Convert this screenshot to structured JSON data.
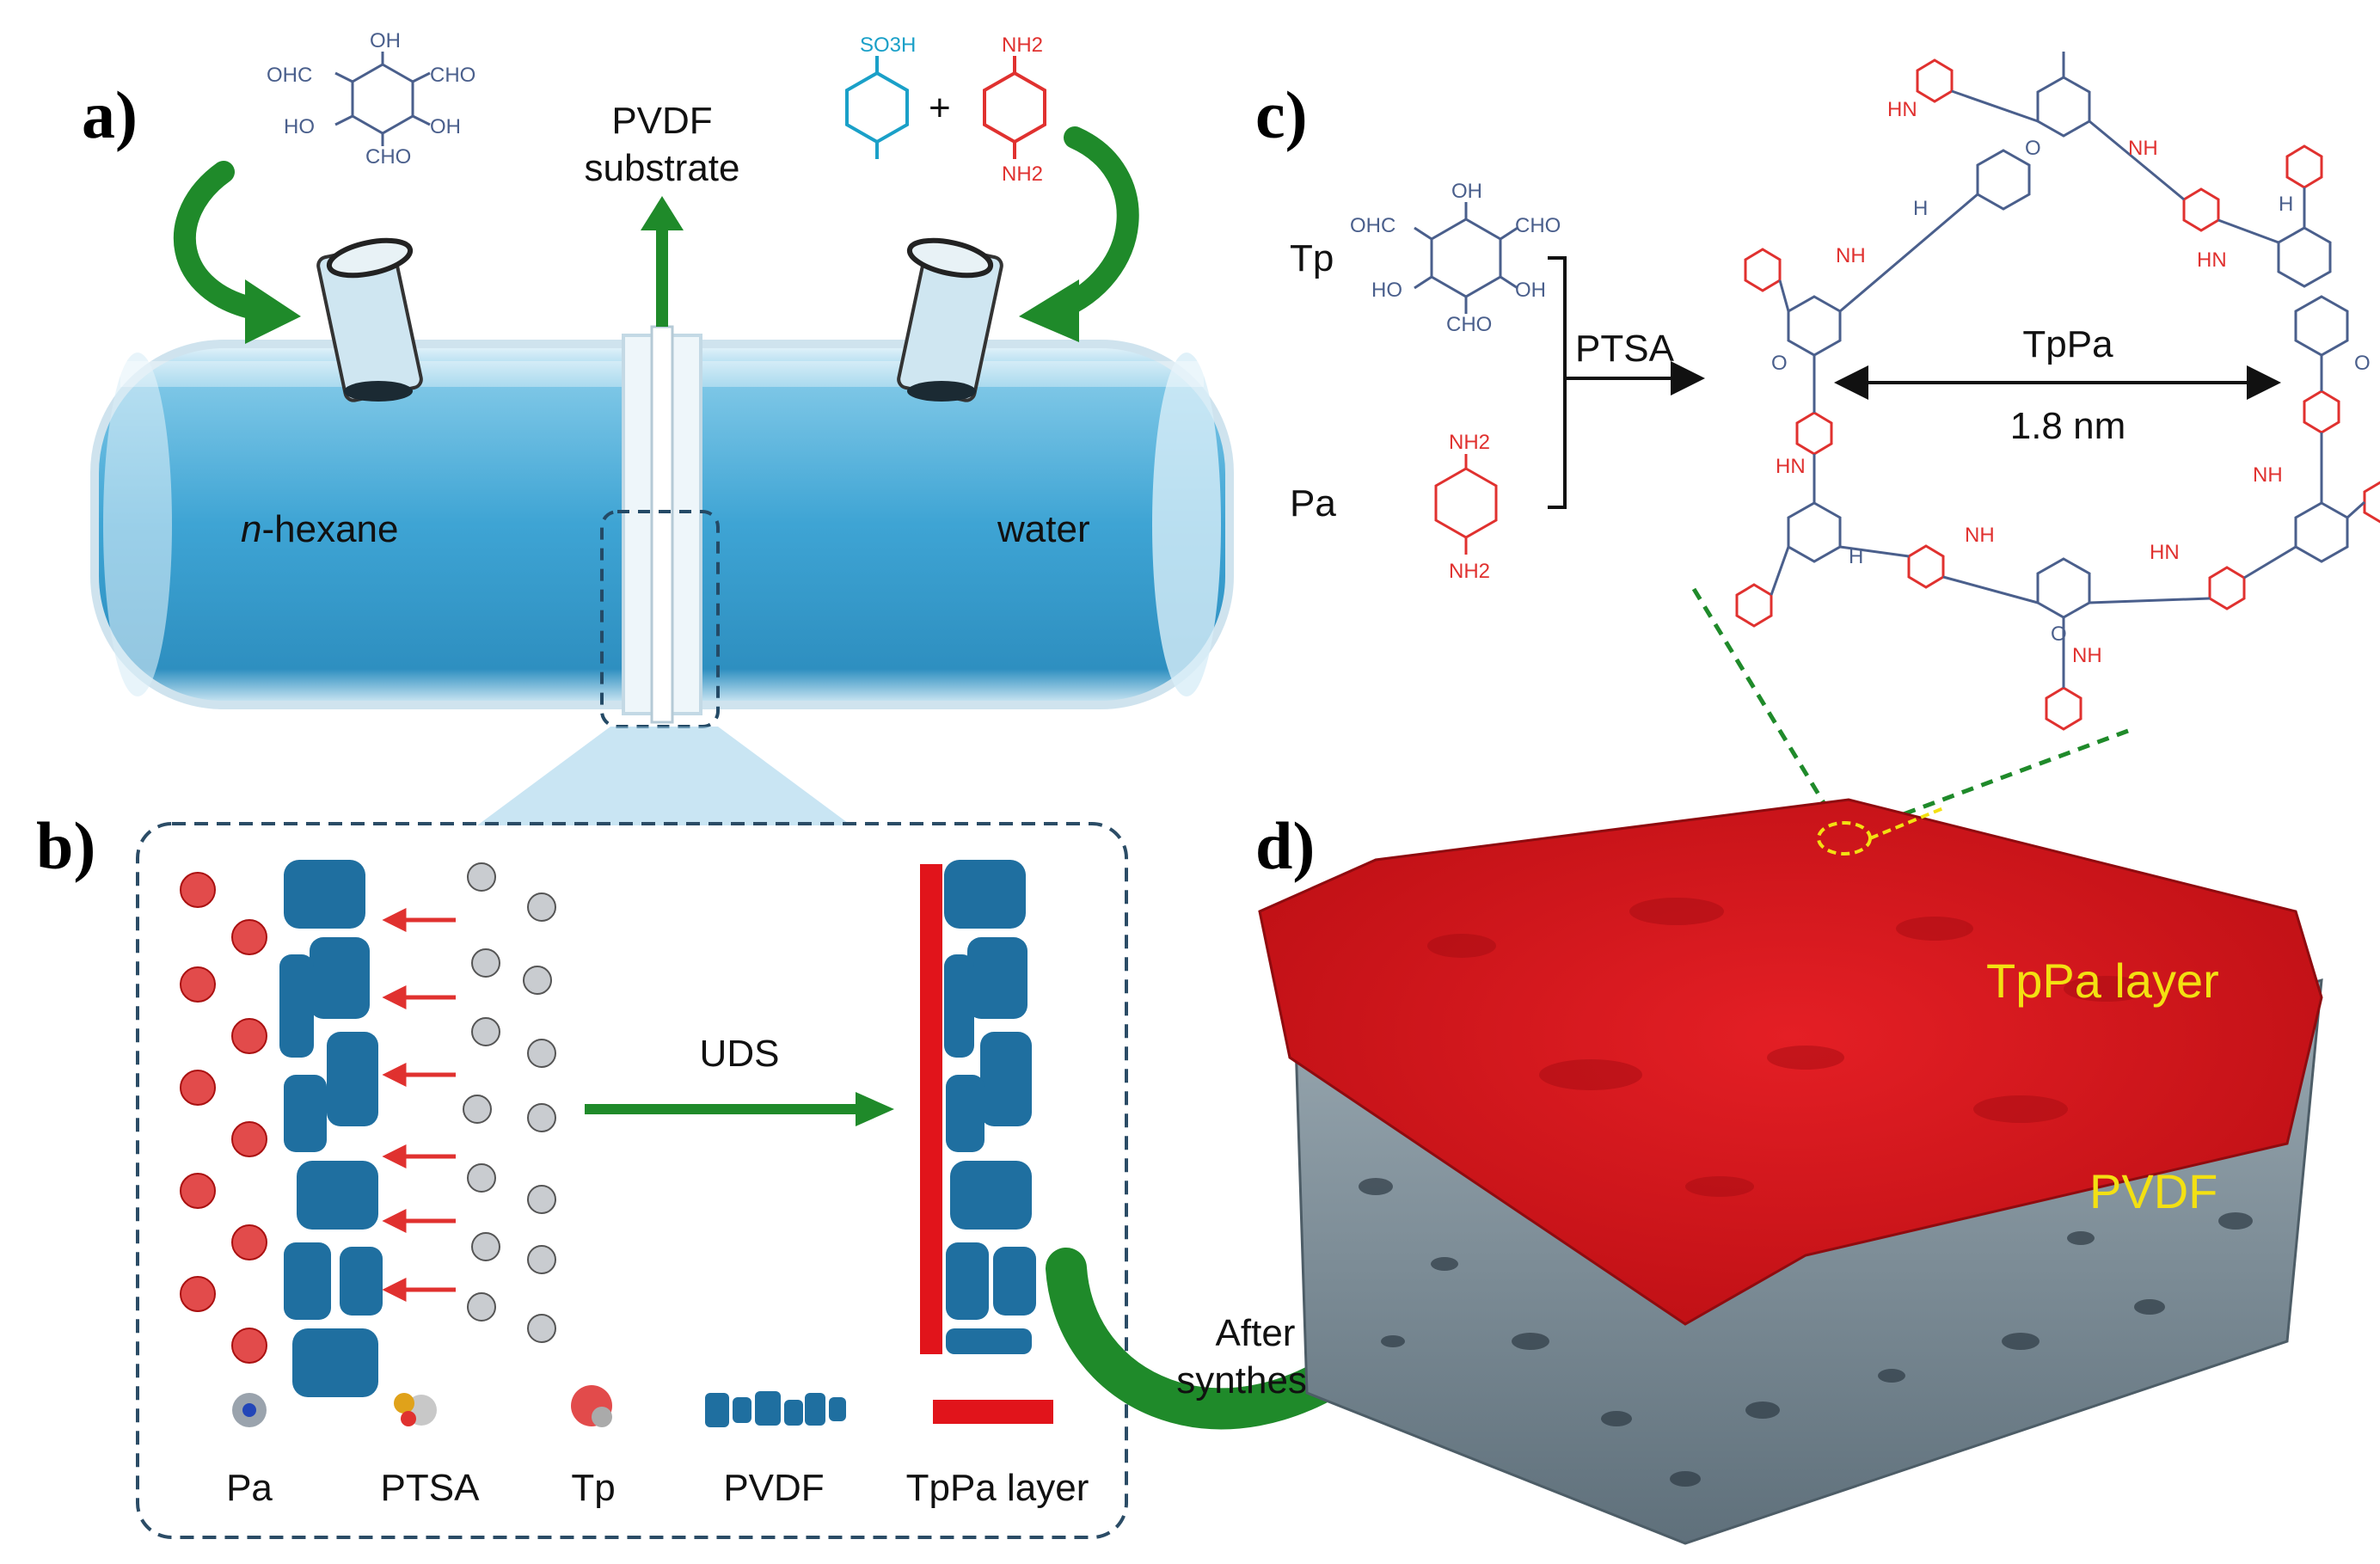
{
  "panels": {
    "a": "a)",
    "b": "b)",
    "c": "c)",
    "d": "d)"
  },
  "panel_a": {
    "pvdf_line1": "PVDF",
    "pvdf_line2": "substrate",
    "left_solvent": "n-hexane",
    "left_solvent_italic_prefix": "n",
    "right_solvent": "water",
    "tp_groups": {
      "top": "OH",
      "tl": "OHC",
      "tr": "CHO",
      "bl": "HO",
      "br": "OH",
      "bottom": "CHO"
    },
    "ptsa_group": "SO3H",
    "pa_groups": {
      "top": "NH2",
      "bottom": "NH2"
    },
    "plus": "+"
  },
  "panel_b": {
    "arrow_label": "UDS",
    "legend": [
      "Pa",
      "PTSA",
      "Tp",
      "PVDF",
      "TpPa layer"
    ]
  },
  "panel_c": {
    "tp_label": "Tp",
    "pa_label": "Pa",
    "reagent": "PTSA",
    "product": "TpPa",
    "pore_size": "1.8 nm",
    "tp_groups": {
      "top": "OH",
      "tl": "OHC",
      "tr": "CHO",
      "bl": "HO",
      "br": "OH",
      "bottom": "CHO"
    },
    "pa_groups": {
      "top": "NH2",
      "bottom": "NH2"
    },
    "hn": "HN",
    "nh": "NH",
    "h": "H",
    "o": "O"
  },
  "transition": {
    "line1": "After",
    "line2": "synthesis"
  },
  "panel_d": {
    "top_layer": "TpPa layer",
    "bottom_layer": "PVDF"
  },
  "colors": {
    "hexane_blue": "#3ea4d4",
    "arrow_green": "#1f8a2a",
    "pvdf_blue": "#1f6fa0",
    "tppa_red": "#d7141a",
    "label_yellow": "#f3e012",
    "membrane_gray": "#7a8c97",
    "tp_blue": "#4a5f8c",
    "pa_red": "#e0312f",
    "ptsa_cyan": "#1aa0c8"
  }
}
